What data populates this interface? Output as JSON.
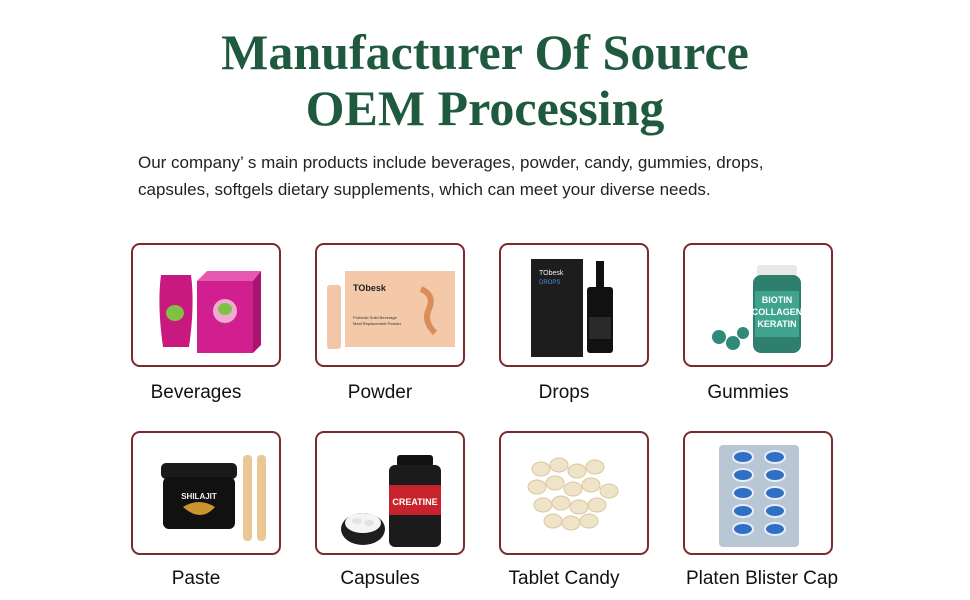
{
  "header": {
    "title_line1": "Manufacturer Of Source",
    "title_line2": "OEM Processing",
    "intro_line1": "Our company’ s main products include beverages, powder, candy, gummies, drops,",
    "intro_line2": "capsules, softgels dietary supplements, which can meet your diverse needs."
  },
  "products": [
    {
      "label": "Beverages"
    },
    {
      "label": "Powder",
      "brand": "TObesk",
      "package_text1": "Probiotic Solid Beverage",
      "package_text2": "Meal Replacement Powder"
    },
    {
      "label": "Drops",
      "brand": "TObesk",
      "box_text": "DROPS"
    },
    {
      "label": "Gummies",
      "jar_text1": "BIOTIN",
      "jar_text2": "COLLAGEN",
      "jar_text3": "KERATIN"
    },
    {
      "label": "Paste",
      "jar_text": "SHILAJIT"
    },
    {
      "label": "Capsules",
      "bottle_text": "CREATINE"
    },
    {
      "label": "Tablet Candy"
    },
    {
      "label": "Platen Blister Cap"
    }
  ],
  "colors": {
    "title": "#1f5a3e",
    "card_border": "#7a2a2a"
  }
}
